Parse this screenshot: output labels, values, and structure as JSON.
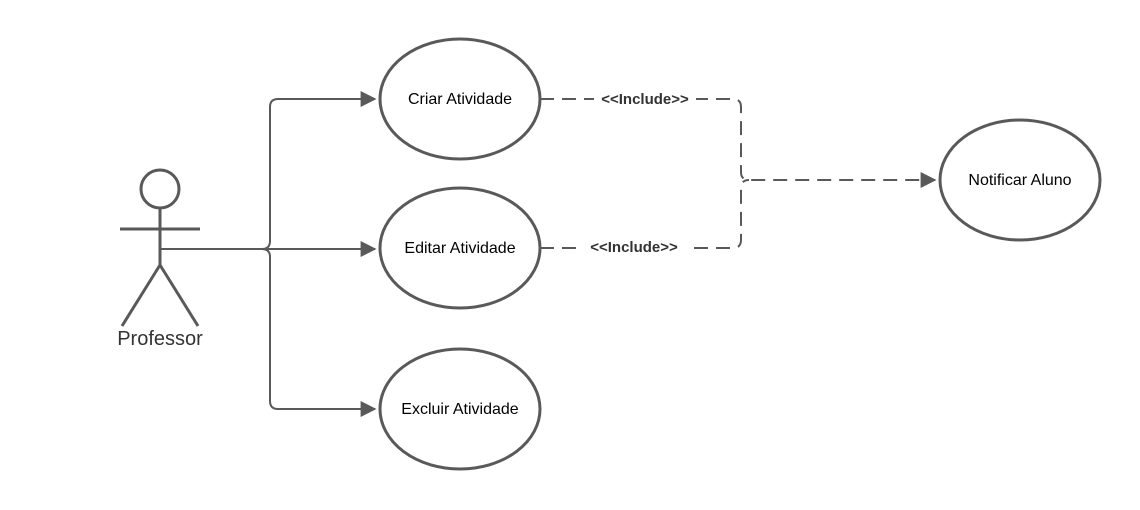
{
  "actor": {
    "name": "Professor"
  },
  "use_cases": {
    "criar": "Criar Atividade",
    "editar": "Editar Atividade",
    "excluir": "Excluir Atividade",
    "notificar": "Notificar Aluno"
  },
  "relationships": {
    "include_top": "<<Include>>",
    "include_bottom": "<<Include>>"
  },
  "colors": {
    "stroke": "#595959",
    "text": "#000000",
    "background": "#ffffff"
  }
}
